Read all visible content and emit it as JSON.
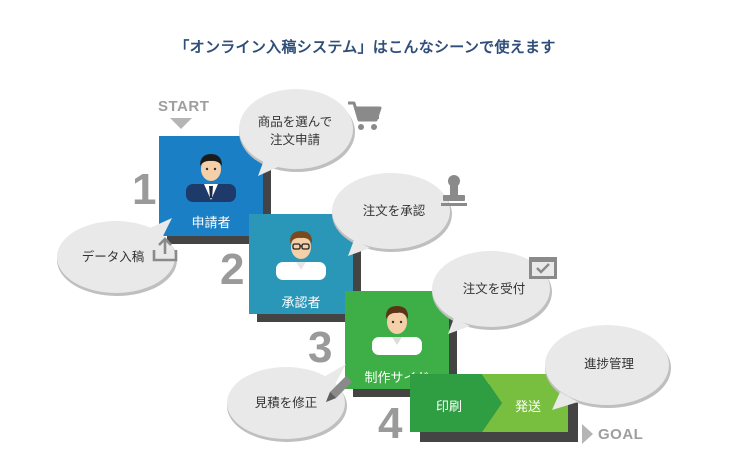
{
  "title": "「オンライン入稿システム」はこんなシーンで使えます",
  "start_label": "START",
  "goal_label": "GOAL",
  "steps": [
    {
      "num": "1",
      "role": "申請者",
      "color": "#1a7fc4"
    },
    {
      "num": "2",
      "role": "承認者",
      "color": "#2a97b8"
    },
    {
      "num": "3",
      "role": "制作サイド",
      "color": "#3eaf46"
    },
    {
      "num": "4"
    }
  ],
  "bubbles": {
    "select": {
      "line1": "商品を選んで",
      "line2": "注文申請",
      "icon": "cart-icon"
    },
    "upload": {
      "text": "データ入稿",
      "icon": "upload-icon"
    },
    "approve": {
      "text": "注文を承認",
      "icon": "stamp-icon"
    },
    "receive": {
      "text": "注文を受付",
      "icon": "inbox-icon"
    },
    "edit": {
      "text": "見積を修正",
      "icon": "pencil-icon"
    },
    "progress": {
      "text": "進捗管理"
    }
  },
  "process": {
    "print": "印刷",
    "ship": "発送"
  }
}
